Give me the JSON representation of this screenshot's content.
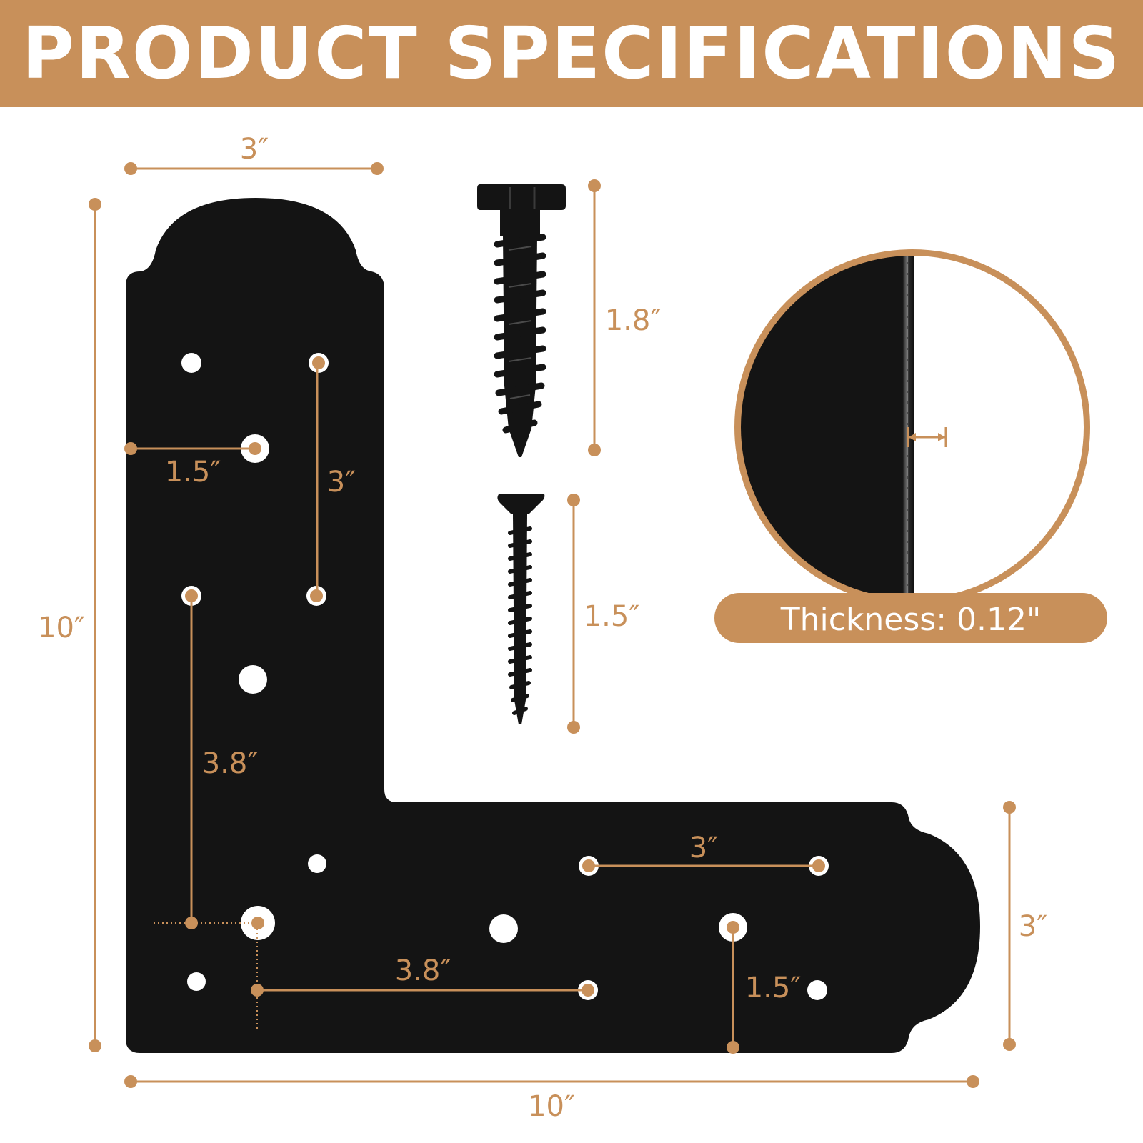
{
  "header": {
    "title": "PRODUCT SPECIFICATIONS"
  },
  "colors": {
    "accent": "#c8905a",
    "bracket": "#141414",
    "background": "#ffffff"
  },
  "bracket": {
    "shape": "L-shaped flat corner bracket",
    "color_name": "black",
    "dimensions": {
      "arm_width_top": "3″",
      "overall_height": "10″",
      "overall_width": "10″",
      "arm_width_right": "3″",
      "edge_to_hole": "1.5″",
      "hole_spacing_vertical": "3″",
      "hole_spacing_left_long": "3.8″",
      "hole_spacing_bottom_long": "3.8″",
      "hole_spacing_horizontal": "3″",
      "hole_to_bottom_edge": "1.5″"
    }
  },
  "screws": {
    "lag_screw": {
      "icon": "hex-lag-screw-icon",
      "length": "1.8″"
    },
    "wood_screw": {
      "icon": "countersunk-screw-icon",
      "length": "1.5″"
    }
  },
  "thickness": {
    "label": "Thickness: 0.12\""
  }
}
